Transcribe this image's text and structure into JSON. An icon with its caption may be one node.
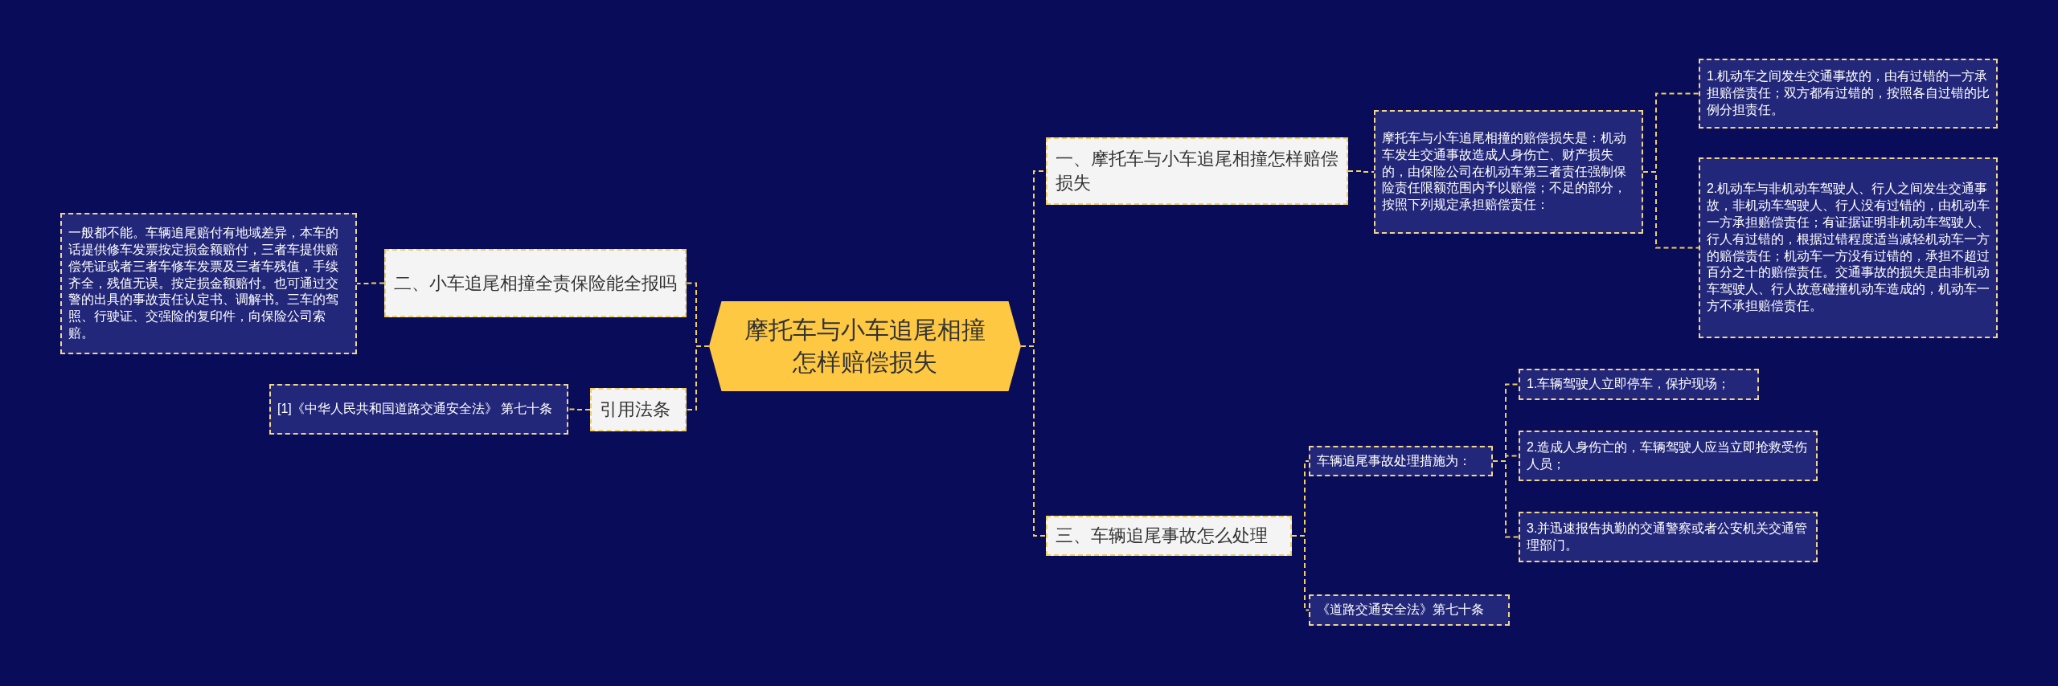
{
  "diagram": {
    "nodes": [
      {
        "text": [
          "摩托车与小车追尾相撞怎样赔偿损失"
        ]
      },
      {
        "text": [
          "一、摩托车与小车追尾相撞怎样赔偿损失"
        ]
      },
      {
        "text": [
          "摩托车与小车追尾相撞的赔偿损失是：机动车发生交通事故造成人身伤亡、财产损失的，由保险公司在机动车第三者责任强制保险责任限额范围内予以赔偿；不足的部分，按照下列规定承担赔偿责任："
        ]
      },
      {
        "text": [
          "1.机动车之间发生交通事故的，由有过错的一方承担赔偿责任；双方都有过错的，按照各自过错的比例分担责任。"
        ]
      },
      {
        "text": [
          "2.机动车与非机动车驾驶人、行人之间发生交通事故，非机动车驾驶人、行人没有过错的，由机动车一方承担赔偿责任；有证据证明非机动车驾驶人、行人有过错的，根据过错程度适当减轻机动车一方的赔偿责任；机动车一方没有过错的，承担不超过百分之十的赔偿责任。交通事故的损失是由非机动车驾驶人、行人故意碰撞机动车造成的，机动车一方不承担赔偿责任。"
        ]
      },
      {
        "text": [
          "三、车辆追尾事故怎么处理"
        ]
      },
      {
        "text": [
          "车辆追尾事故处理措施为："
        ]
      },
      {
        "text": [
          "1.车辆驾驶人立即停车，保护现场；"
        ]
      },
      {
        "text": [
          "2.造成人身伤亡的，车辆驾驶人应当立即抢救受伤人员；"
        ]
      },
      {
        "text": [
          "3.并迅速报告执勤的交通警察或者公安机关交通管理部门。"
        ]
      },
      {
        "text": [
          "《道路交通安全法》第七十条"
        ]
      },
      {
        "text": [
          "二、小车追尾相撞全责保险能全报吗"
        ]
      },
      {
        "text": [
          "一般都不能。车辆追尾赔付有地域差异，本车的话提供修车发票按定损金额赔付，三者车提供赔偿凭证或者三者车修车发票及三者车残值，手续齐全，残值无误。按定损金额赔付。也可通过交警的出具的事故责任认定书、调解书。三车的驾照、行驶证、交强险的复印件，向保险公司索赔。"
        ]
      },
      {
        "text": [
          "引用法条"
        ]
      },
      {
        "text": [
          "[1]《中华人民共和国道路交通安全法》 第七十条"
        ]
      }
    ],
    "edges": [
      {
        "from": 0,
        "to": 1,
        "arrow": "none"
      },
      {
        "from": 0,
        "to": 5,
        "arrow": "none"
      },
      {
        "from": 0,
        "to": 11,
        "arrow": "none"
      },
      {
        "from": 0,
        "to": 13,
        "arrow": "none"
      },
      {
        "from": 1,
        "to": 2,
        "arrow": "none"
      },
      {
        "from": 2,
        "to": 3,
        "arrow": "none"
      },
      {
        "from": 2,
        "to": 4,
        "arrow": "none"
      },
      {
        "from": 5,
        "to": 6,
        "arrow": "none"
      },
      {
        "from": 5,
        "to": 10,
        "arrow": "none"
      },
      {
        "from": 6,
        "to": 7,
        "arrow": "none"
      },
      {
        "from": 6,
        "to": 8,
        "arrow": "none"
      },
      {
        "from": 6,
        "to": 9,
        "arrow": "none"
      },
      {
        "from": 11,
        "to": 12,
        "arrow": "none"
      },
      {
        "from": 13,
        "to": 14,
        "arrow": "none"
      }
    ]
  }
}
